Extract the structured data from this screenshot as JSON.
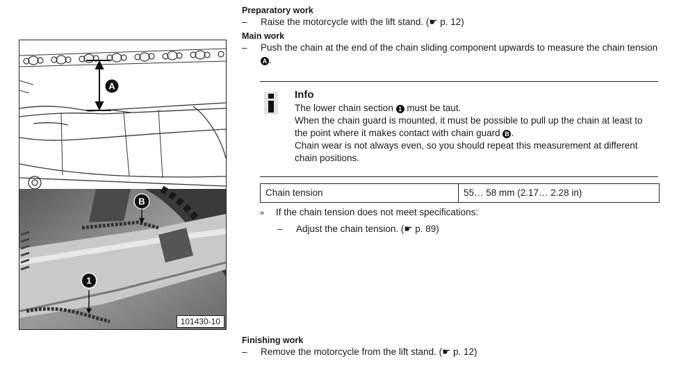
{
  "preparatory": {
    "heading": "Preparatory work",
    "dash": "–",
    "step": "Raise the motorcycle with the lift stand. (☛ p. 12)"
  },
  "main": {
    "heading": "Main work",
    "dash": "–",
    "step_text": "Push the chain at the end of the chain sliding component upwards to measure the chain tension",
    "step_badge": "A",
    "step_end": "."
  },
  "info": {
    "title": "Info",
    "line1_text": "The lower chain section",
    "line1_badge": "1",
    "line1_end": "must be taut.",
    "line2_text": "When the chain guard is mounted, it must be possible to pull up the chain at least to the point where it makes contact with chain guard",
    "line2_badge": "B",
    "line2_end": ".",
    "line3": "Chain wear is not always even, so you should repeat this measurement at different chain positions."
  },
  "spec": {
    "label": "Chain tension",
    "value": "55… 58 mm (2.17… 2.28 in)"
  },
  "condition": {
    "marker": "»",
    "text": "If the chain tension does not meet specifications:",
    "dash": "–",
    "action": "Adjust the chain tension. (☛ p. 89)"
  },
  "finishing": {
    "heading": "Finishing work",
    "dash": "–",
    "step": "Remove the motorcycle from the lift stand. (☛ p. 12)"
  },
  "figure": {
    "code": "101430-10",
    "label_a": "A",
    "label_b": "B",
    "label_1": "1"
  }
}
